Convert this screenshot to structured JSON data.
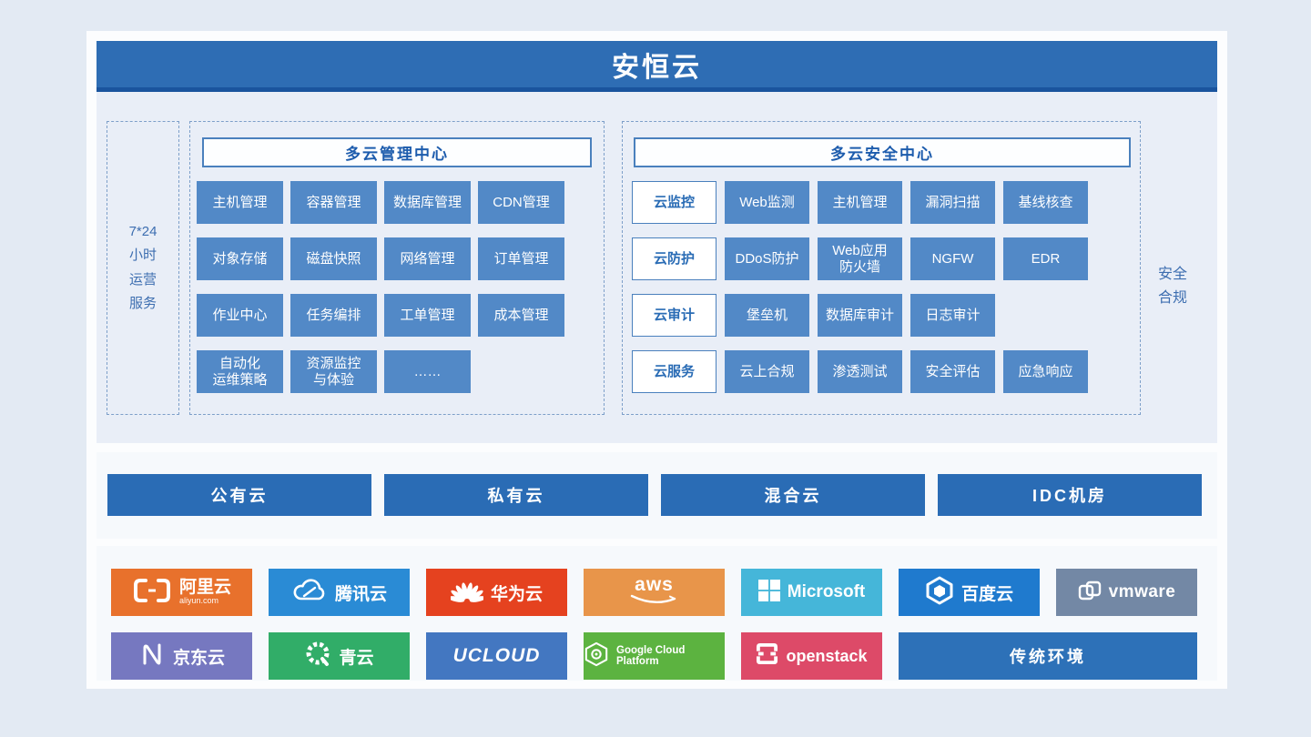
{
  "header": {
    "title": "安恒云",
    "color": "#2e6db4"
  },
  "service_rail": {
    "label": "7*24\n小时\n运营\n服务"
  },
  "compliance": {
    "label": "安全\n合规"
  },
  "management": {
    "title": "多云管理中心",
    "rows": [
      [
        "主机管理",
        "容器管理",
        "数据库管理",
        "CDN管理"
      ],
      [
        "对象存储",
        "磁盘快照",
        "网络管理",
        "订单管理"
      ],
      [
        "作业中心",
        "任务编排",
        "工单管理",
        "成本管理"
      ],
      [
        "自动化\n运维策略",
        "资源监控\n与体验",
        "……"
      ]
    ]
  },
  "security": {
    "title": "多云安全中心",
    "rows": [
      {
        "category": "云监控",
        "items": [
          "Web监测",
          "主机管理",
          "漏洞扫描",
          "基线核查"
        ]
      },
      {
        "category": "云防护",
        "items": [
          "DDoS防护",
          "Web应用\n防火墙",
          "NGFW",
          "EDR"
        ]
      },
      {
        "category": "云审计",
        "items": [
          "堡垒机",
          "数据库审计",
          "日志审计"
        ]
      },
      {
        "category": "云服务",
        "items": [
          "云上合规",
          "渗透测试",
          "安全评估",
          "应急响应"
        ]
      }
    ]
  },
  "cloud_types": [
    "公有云",
    "私有云",
    "混合云",
    "IDC机房"
  ],
  "providers": {
    "row1": [
      {
        "label": "阿里云",
        "sub": "aliyun.com",
        "icon": "alibaba-cloud-icon",
        "color": "#e8712c"
      },
      {
        "label": "腾讯云",
        "icon": "tencent-cloud-icon",
        "color": "#2a8bd5"
      },
      {
        "label": "华为云",
        "icon": "huawei-cloud-icon",
        "color": "#e5421f"
      },
      {
        "label": "aws",
        "icon": "aws-smile-icon",
        "color": "#e8954a"
      },
      {
        "label": "Microsoft",
        "icon": "microsoft-squares-icon",
        "color": "#45b6d9"
      },
      {
        "label": "百度云",
        "icon": "baidu-cloud-icon",
        "color": "#1f7ace"
      },
      {
        "label": "vmware",
        "icon": "vmware-icon",
        "color": "#7388a5"
      }
    ],
    "row2": [
      {
        "label": "京东云",
        "icon": "jd-cloud-icon",
        "color": "#7678c0"
      },
      {
        "label": "青云",
        "icon": "qingcloud-icon",
        "color": "#31ad68"
      },
      {
        "label": "UCLOUD",
        "color": "#4377c1"
      },
      {
        "label": "Google Cloud Platform",
        "icon": "gcp-hexagon-icon",
        "color": "#5cb340"
      },
      {
        "label": "openstack",
        "icon": "openstack-icon",
        "color": "#dd4a68"
      },
      {
        "label": "传统环境",
        "color": "#2d71b8"
      }
    ]
  },
  "accent_colors": {
    "tile_blue": "#5289c7",
    "band_blue": "#2a6cb5",
    "header_blue": "#2e6db4",
    "title_text_blue": "#1d5cad",
    "dashed_border": "#7d9fc9",
    "panel_bg": "#e9eef7"
  }
}
